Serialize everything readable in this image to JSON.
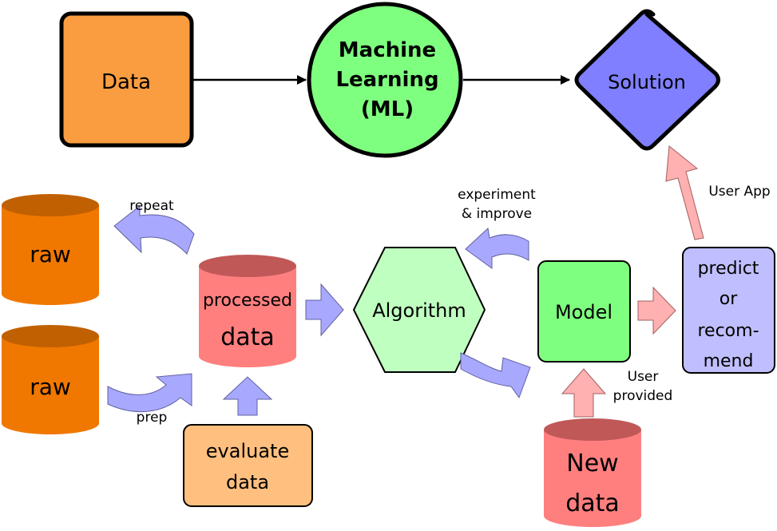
{
  "top_row": {
    "data_label": "Data",
    "ml_line1": "Machine",
    "ml_line2": "Learning",
    "ml_line3": "(ML)",
    "solution_label": "Solution"
  },
  "raw_top": {
    "label": "raw"
  },
  "raw_bottom": {
    "label": "raw"
  },
  "processed": {
    "line1": "processed",
    "line2": "data"
  },
  "evaluate": {
    "line1": "evaluate",
    "line2": "data"
  },
  "algorithm": {
    "label": "Algorithm"
  },
  "model": {
    "label": "Model"
  },
  "predict": {
    "line1": "predict",
    "line2": "or",
    "line3": "recom-",
    "line4": "mend"
  },
  "new_data": {
    "line1": "New",
    "line2": "data"
  },
  "edge_labels": {
    "repeat": "repeat",
    "prep": "prep",
    "experiment_line1": "experiment",
    "experiment_line2": "& improve",
    "user_app": "User App",
    "user_provided_line1": "User",
    "user_provided_line2": "provided"
  },
  "colors": {
    "data_box": "#F99D40",
    "ml_circle": "#7FFF7F",
    "solution": "#7F7FFF",
    "raw_cylinder": "#F07800",
    "raw_cylinder_top": "#C06000",
    "processed_cylinder": "#FF7F7F",
    "processed_cylinder_top": "#C05858",
    "evaluate_box": "#FFBF7F",
    "algorithm_hex": "#BFFFBF",
    "model_box": "#7FFF7F",
    "predict_box": "#BFBFFF",
    "blue_arrow": "#A8A8FF",
    "pink_arrow": "#FFB0B0"
  }
}
